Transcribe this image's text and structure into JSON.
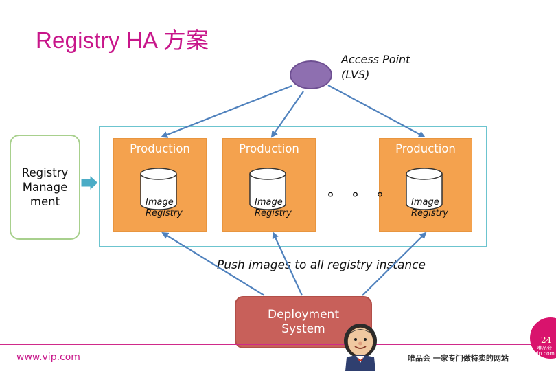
{
  "title": "Registry HA 方案",
  "access_point": {
    "line1": "Access Point",
    "line2": "(LVS)"
  },
  "management": {
    "label": "Registry\nManage\nment"
  },
  "instances": [
    {
      "title": "Production",
      "image_line1": "Image",
      "image_line2": "Registry"
    },
    {
      "title": "Production",
      "image_line1": "Image",
      "image_line2": "Registry"
    },
    {
      "title": "Production",
      "image_line1": "Image",
      "image_line2": "Registry"
    }
  ],
  "ellipsis": "° ° °",
  "push_label": "Push images to all registry instance",
  "deployment": {
    "label": "Deployment System"
  },
  "footer": {
    "url": "www.vip.com",
    "slogan": "唯品会 一家专门做特卖的网站",
    "page_number": "24",
    "brand": "唯品会 vip.com"
  },
  "colors": {
    "title": "#c8168a",
    "access_point": "#8e6fb0",
    "cluster_border": "#6cc4cf",
    "production": "#f4a24e",
    "deployment": "#c8605a",
    "arrows": "#4f81bd",
    "management_border": "#a8d08d"
  },
  "icons": [
    "database-cylinder-icon",
    "jenkins-butler-icon",
    "right-arrow-icon"
  ]
}
